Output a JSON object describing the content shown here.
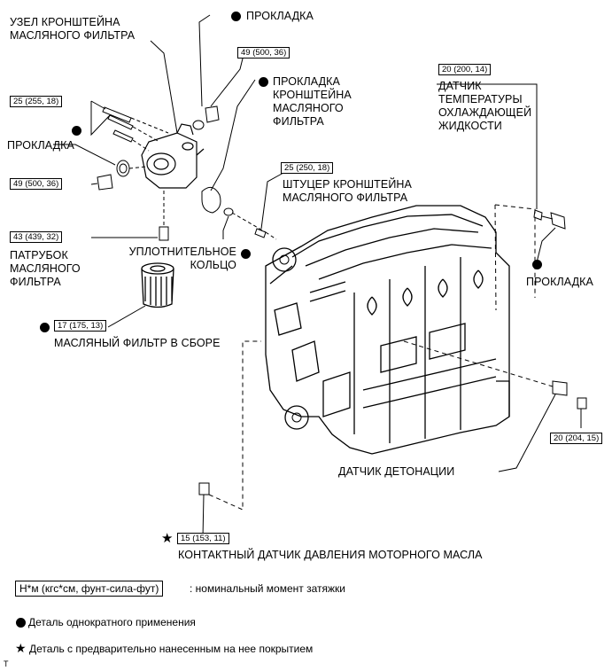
{
  "labels": {
    "bracket_assy": [
      "УЗЕЛ КРОНШТЕЙНА",
      "МАСЛЯНОГО ФИЛЬТРА"
    ],
    "gasket_top": "ПРОКЛАДКА",
    "bracket_gasket": [
      "ПРОКЛАДКА",
      "КРОНШТЕЙНА",
      "МАСЛЯНОГО",
      "ФИЛЬТРА"
    ],
    "gasket_left": "ПРОКЛАДКА",
    "union": [
      "ШТУЦЕР КРОНШТЕЙНА",
      "МАСЛЯНОГО ФИЛЬТРА"
    ],
    "filter_pipe": [
      "ПАТРУБОК",
      "МАСЛЯНОГО",
      "ФИЛЬТРА"
    ],
    "o_ring": [
      "УПЛОТНИТЕЛЬНОЕ",
      "КОЛЬЦО"
    ],
    "oil_filter": "МАСЛЯНЫЙ ФИЛЬТР В СБОРЕ",
    "coolant_sensor": [
      "ДАТЧИК",
      "ТЕМПЕРАТУРЫ",
      "ОХЛАЖДАЮЩЕЙ",
      "ЖИДКОСТИ"
    ],
    "gasket_right": "ПРОКЛАДКА",
    "knock_sensor": "ДАТЧИК ДЕТОНАЦИИ",
    "oil_pressure_switch": "КОНТАКТНЫЙ ДАТЧИК ДАВЛЕНИЯ МОТОРНОГО МАСЛА"
  },
  "torques": {
    "t_49_top": "49 (500, 36)",
    "t_25_bolts": "25 (255, 18)",
    "t_49_left": "49 (500, 36)",
    "t_25_union": "25 (250, 18)",
    "t_43_pipe": "43 (439, 32)",
    "t_17_filter": "17 (175, 13)",
    "t_20_coolant": "20 (200, 14)",
    "t_20_knock": "20 (204, 15)",
    "t_15_switch": "15 (153, 11)"
  },
  "legend": {
    "unit_box": "Н*м (кгс*см, фунт-сила-фут)",
    "unit_desc": ": номинальный момент затяжки",
    "non_reusable": "Деталь однократного применения",
    "precoated": "Деталь с предварительно нанесенным на нее покрытием"
  },
  "footer_mark": "T",
  "colors": {
    "ink": "#000000",
    "paper": "#ffffff"
  }
}
